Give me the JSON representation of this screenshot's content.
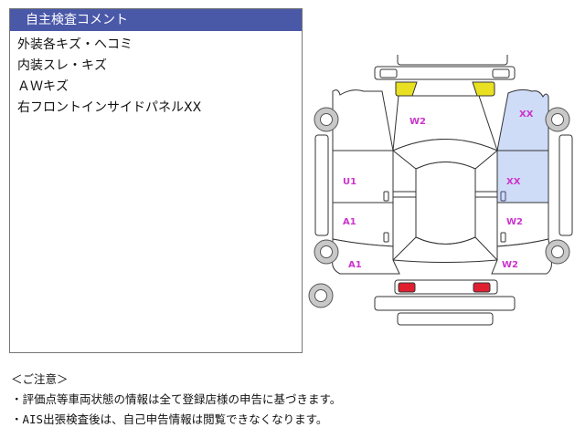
{
  "comment_panel": {
    "title": "自主検査コメント",
    "items": [
      "外装各キズ・ヘコミ",
      "内装スレ・キズ",
      "ＡＷキズ",
      "右フロントインサイドパネルXX"
    ]
  },
  "diagram": {
    "labels": {
      "hood": "W2",
      "right_front_fender": "XX",
      "left_front_door": "U1",
      "left_rear_door": "A1",
      "left_rear_fender": "A1",
      "right_front_door": "XX",
      "right_rear_door": "W2",
      "right_rear_fender": "W2"
    },
    "colors": {
      "damage_highlight": "#cfdcf8",
      "headlight": "#e8e020",
      "taillight": "#e02030",
      "label": "#cc33cc",
      "header": "#4a58a8"
    }
  },
  "notes": {
    "heading": "＜ご注意＞",
    "lines": [
      "・評価点等車両状態の情報は全て登録店様の申告に基づきます。",
      "・AIS出張検査後は、自己申告情報は閲覧できなくなります。"
    ]
  }
}
